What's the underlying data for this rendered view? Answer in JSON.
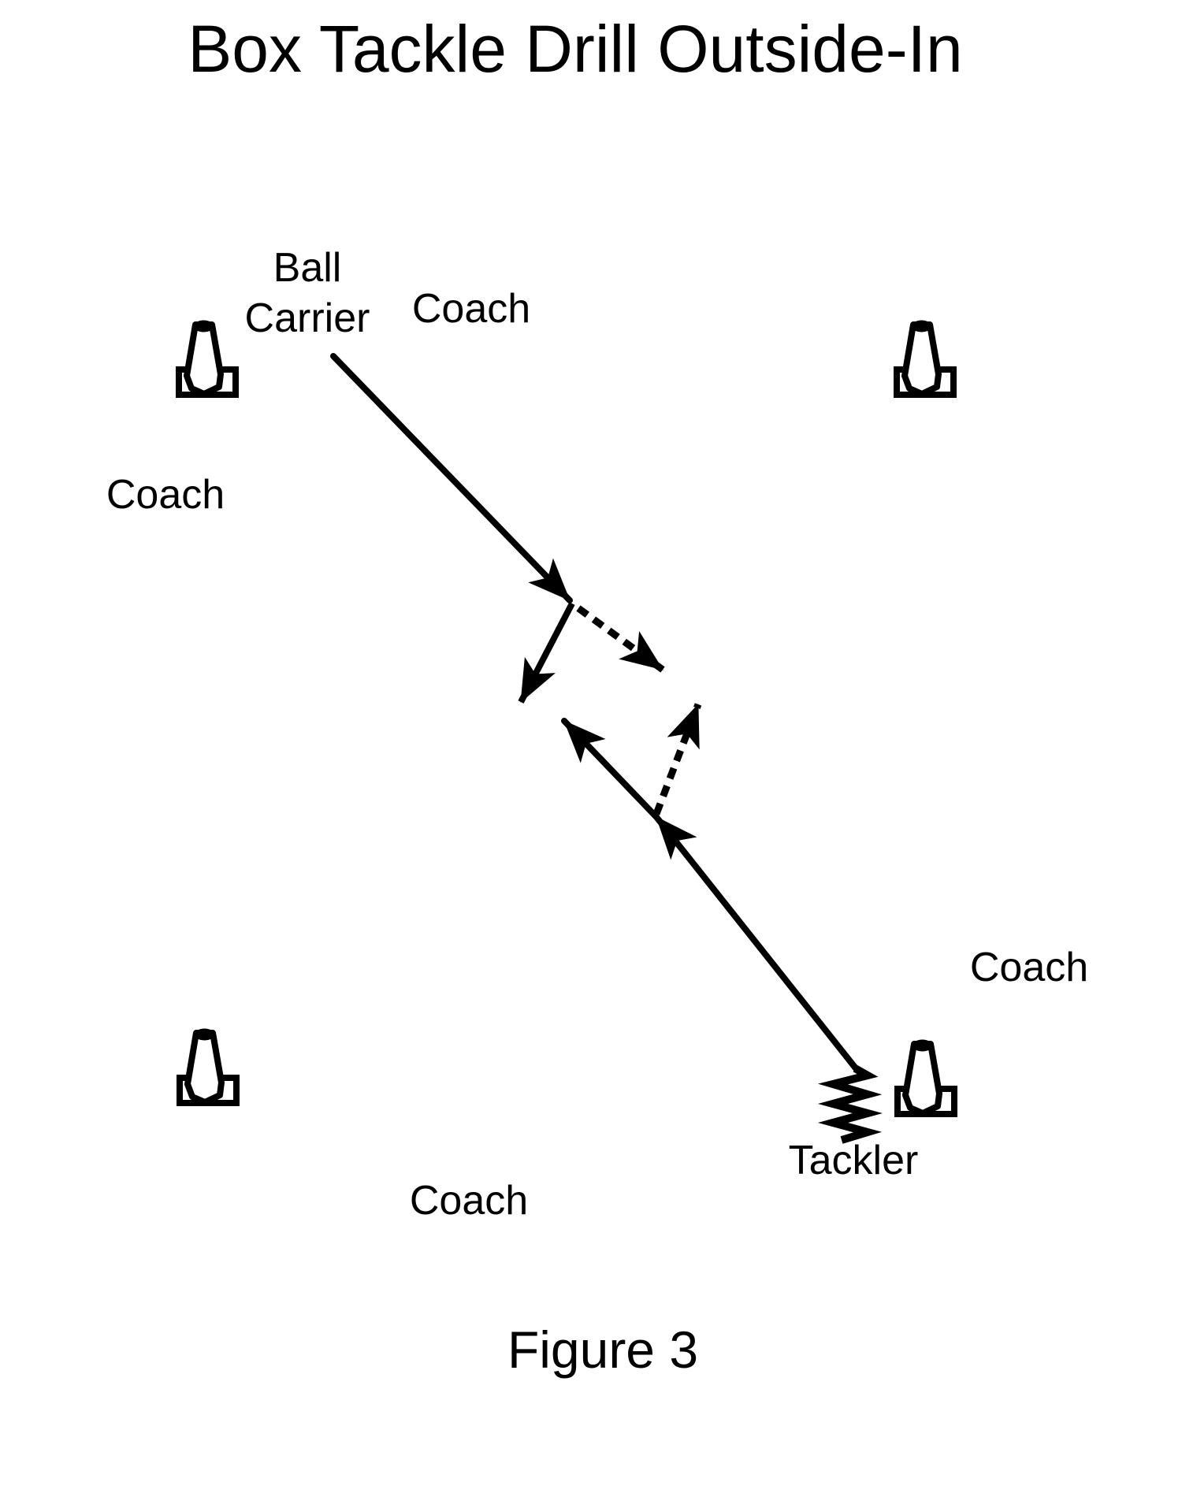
{
  "title": "Box Tackle Drill Outside-In",
  "figure_caption": "Figure 3",
  "labels": {
    "ball_carrier": "Ball Carrier",
    "coach_top": "Coach",
    "coach_left": "Coach",
    "coach_right": "Coach",
    "coach_bottom": "Coach",
    "tackler": "Tackler"
  },
  "diagram": {
    "cones": [
      {
        "icon": "traffic-cone-icon",
        "position": "top-left"
      },
      {
        "icon": "traffic-cone-icon",
        "position": "top-right"
      },
      {
        "icon": "traffic-cone-icon",
        "position": "bottom-left"
      },
      {
        "icon": "traffic-cone-icon",
        "position": "bottom-right"
      }
    ],
    "arrows": [
      {
        "id": "ball-carrier-run",
        "style": "solid",
        "from": "ball-carrier",
        "direction": "down-right"
      },
      {
        "id": "ball-carrier-cut-left",
        "style": "solid",
        "from": "junction",
        "direction": "down-left"
      },
      {
        "id": "ball-carrier-cut-right",
        "style": "dashed",
        "from": "junction",
        "direction": "down-right"
      },
      {
        "id": "tackler-run",
        "style": "solid",
        "from": "tackler",
        "direction": "up-left"
      },
      {
        "id": "tackler-cut",
        "style": "dashed",
        "from": "tackler-run-midpoint",
        "direction": "up-right"
      }
    ],
    "tackler_marker": "zigzag-spring"
  },
  "colors": {
    "ink": "#000000",
    "background": "#ffffff"
  }
}
